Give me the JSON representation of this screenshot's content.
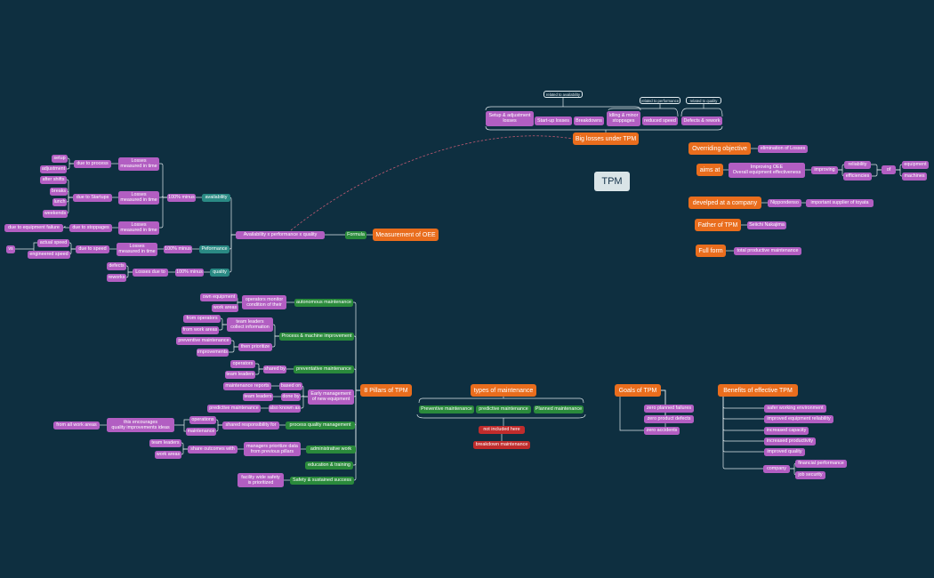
{
  "root": "TPM",
  "nodes": {
    "losses_ann_availability": "related to availability",
    "losses_ann_performance": "related to performance",
    "losses_ann_quality": "related to quality",
    "loss_setup": "Setup & adjustment\nlosses",
    "loss_startup": "Start-up losses",
    "loss_breakdowns": "Breakdowns",
    "loss_idling": "Idling & minor\nstoppages",
    "loss_reduced_speed": "reduced speed",
    "loss_defects": "Defects & rework",
    "big_losses": "Big losses under TPM",
    "overriding_objective": "Overriding objective",
    "elimination_losses": "elimination of Losses",
    "aims_at": "aims at",
    "improving_oee": "Improving OEE\nOverall equipment effectiveness",
    "improving": "improving",
    "reliability": "reliability",
    "efficiencies": "efficiencies",
    "of": "of",
    "equipment": "equipment",
    "machines": "machines",
    "developed_at": "develped at a company",
    "nippondenso": "Nippondenso",
    "supplier": "important supplier of toyata",
    "father": "Father of TPM",
    "seiichi": "Seiichi Nakajima",
    "full_form": "Full form",
    "total_pm": "total productive maintenance",
    "setup": "setup",
    "adjustment": "adjustment",
    "after_shifts": "after shifts",
    "breaks": "breaks",
    "lunch": "lunch",
    "weekends": "weekends",
    "due_to_process": "due to process",
    "due_to_startups": "due to Startups",
    "due_to_failure": "due to equipment failure",
    "due_to_stoppages": "due to stoppages",
    "losses_time_1": "Losses\nmeasured in time",
    "losses_time_2": "Losses\nmeasured in time",
    "losses_time_3": "Losses\nmeasured in time",
    "minus_100_a": "100% minus",
    "availability": "availability",
    "actual_speed": "actual speed",
    "engineered_speed": "engineered speed",
    "vs": "vs",
    "due_to_speed": "due to speed",
    "losses_time_4": "Losses\nmeasured in time",
    "minus_100_p": "100% minus",
    "performance": "Peformance",
    "defects": "defects",
    "reworks": "reworks",
    "losses_due_to": "Losses due to",
    "minus_100_q": "100% minus",
    "quality": "quality",
    "formula_expr": "Availability x performance x quality",
    "formula": "Formula",
    "measurement_oee": "Measurement of OEE",
    "own_equipment": "own equipment",
    "work_areas_1": "work areas",
    "operators_monitor": "operators monitor\ncondition of their",
    "autonomous": "autonomous maintenance",
    "from_operators": "from operators",
    "from_work_areas": "from work areas",
    "team_leaders_collect": "team leaders\ncollect information",
    "preventive_maint": "preventive maintenance",
    "improvements": "improvements",
    "then_prioritize": "then prioritize",
    "process_machine": "Process & machine improvement",
    "operators_1": "operators",
    "team_leaders_1": "team leaders",
    "shared_by": "shared by",
    "preventative_maint": "preventative maintenance",
    "maint_reports": "maintenance reports",
    "based_on": "based on",
    "team_leaders_2": "team leaders",
    "done_by": "done by",
    "predictive_maint": "predictive maintenance",
    "also_known_as": "also known as",
    "early_mgmt": "Early management\nof new equipment",
    "from_all_work_areas": "from all work areas",
    "encourages": "this encourages\nquality improvements ideas",
    "operations": "operations",
    "maintenance": "maintenance",
    "shared_resp": "shared responsibility for",
    "process_quality": "process quality management",
    "team_leaders_3": "team leaders",
    "work_areas_2": "work areas",
    "share_outcomes": "share outcomes with",
    "managers_prioritize": "managers prioritize data\nfrom previous pillars",
    "administrative": "administrative work",
    "education": "education & training",
    "facility_safety": "facility wide safety\nis prioritized",
    "safety": "Safety & sustained success",
    "pillars": "8 Pillars of TPM",
    "types": "types of maintenance",
    "type_preventive": "Preventive maintenance",
    "type_predictive": "predictive maintenance",
    "type_planned": "Planned maintenance",
    "not_included": "not included here",
    "breakdown_maint": "breakdown maintenance",
    "goals": "Goals of TPM",
    "goal_1": "zero planned failures",
    "goal_2": "zero product defects",
    "goal_3": "zero accidents",
    "benefits": "Benefits of effective TPM",
    "benefit_1": "safer working environment",
    "benefit_2": "improved equipment reliability",
    "benefit_3": "increased capacity",
    "benefit_4": "increased productivity",
    "benefit_5": "improved quality",
    "company": "company",
    "financial": "financial performance",
    "job_security": "job security"
  },
  "colors": {
    "background": "#0e2f40",
    "connector": "#dfe8ec",
    "topic_orange": "#e96d1d",
    "subtopic_purple": "#b25ec2",
    "branch_green": "#2a8a3b",
    "branch_teal": "#2a8a84",
    "alert_red": "#c02c2c",
    "root_fill": "#d9e4e7",
    "dashed_link": "#c05a72"
  }
}
